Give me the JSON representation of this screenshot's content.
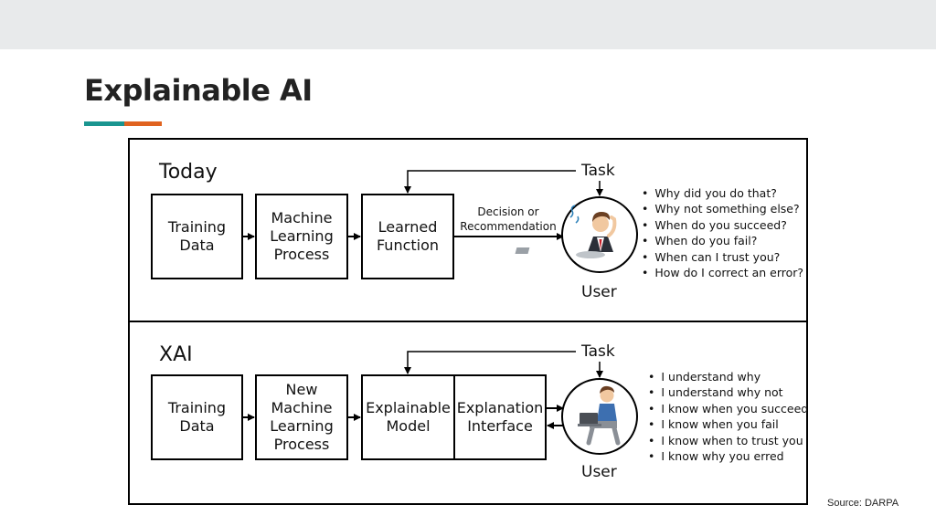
{
  "slide": {
    "title": "Explainable AI",
    "accent_colors": [
      "#1a9590",
      "#e0631f"
    ],
    "source": "Source: DARPA"
  },
  "today": {
    "label": "Today",
    "boxes": [
      "Training Data",
      "Machine Learning Process",
      "Learned Function"
    ],
    "arrow_label": "Decision or Recommendation",
    "task": "Task",
    "user": "User",
    "user_icon": "confused-user-icon",
    "questions": [
      "Why did you do that?",
      "Why not something else?",
      "When do you succeed?",
      "When do you fail?",
      "When can I trust you?",
      "How do I correct an error?"
    ]
  },
  "xai": {
    "label": "XAI",
    "boxes": [
      "Training Data",
      "New Machine Learning Process",
      "Explainable Model",
      "Explanation Interface"
    ],
    "task": "Task",
    "user": "User",
    "user_icon": "satisfied-user-icon",
    "statements": [
      "I understand why",
      "I understand why not",
      "I know when you succeed",
      "I know when you fail",
      "I know when to trust you",
      "I know why you erred"
    ]
  }
}
